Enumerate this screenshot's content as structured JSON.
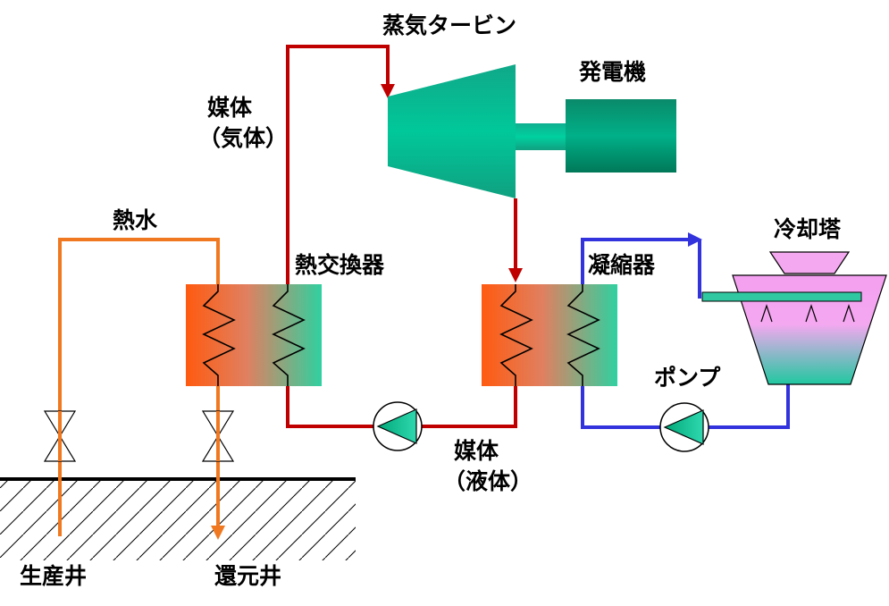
{
  "labels": {
    "steam_turbine": "蒸気タービン",
    "generator": "発電機",
    "medium_gas_line1": "媒体",
    "medium_gas_line2": "（気体）",
    "hot_water": "熱水",
    "heat_exchanger": "熱交換器",
    "condenser": "凝縮器",
    "cooling_tower": "冷却塔",
    "pump": "ポンプ",
    "medium_liquid_line1": "媒体",
    "medium_liquid_line2": "（液体）",
    "production_well": "生産井",
    "reinjection_well": "還元井"
  },
  "colors": {
    "medium_loop": "#c00000",
    "hot_water_loop": "#f07820",
    "cooling_loop": "#3333dd",
    "turbine": "#00a080",
    "generator": "#008060",
    "hx_hot": "#ff6020",
    "hx_cold": "#30d0a0",
    "tower_top": "#f0a0f0",
    "tower_bottom": "#30d0a0",
    "pump_triangle": "#00b080"
  }
}
